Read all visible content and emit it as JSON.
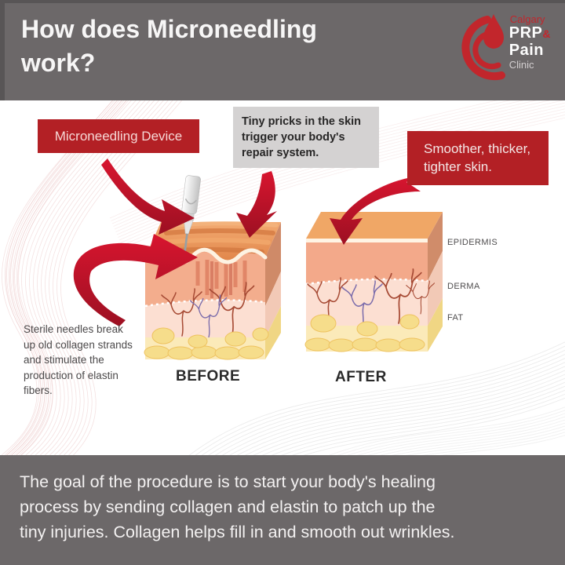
{
  "header": {
    "title_lines": [
      "How does Microneedling",
      "work?"
    ],
    "logo": {
      "city": "Calgary",
      "brand1": "PRP",
      "amp": "&",
      "brand2": "Pain",
      "brand3": "Clinic"
    }
  },
  "callouts": {
    "device_label": "Microneedling Device",
    "pricks_lines": [
      "Tiny pricks in the skin",
      "trigger your body's",
      "repair system."
    ],
    "result_lines": [
      "Smoother, thicker,",
      "tighter skin."
    ],
    "note_lines": [
      "Sterile needles break",
      "up old collagen strands",
      "and stimulate the",
      "production of elastin",
      "fibers."
    ]
  },
  "diagram": {
    "before_label": "BEFORE",
    "after_label": "AFTER",
    "layer_labels": [
      "EPIDERMIS",
      "DERMA",
      "FAT"
    ]
  },
  "footer": {
    "lines": [
      "The goal of the procedure is to start your body's healing",
      "process by sending collagen and elastin to patch up the",
      "tiny injuries. Collagen helps fill in and smooth out wrinkles."
    ]
  },
  "colors": {
    "accent_red": "#b32025",
    "arrow_red_light": "#d8152f",
    "arrow_red_dark": "#8e0f1f",
    "panel_gray": "#6c6869",
    "note_gray_bg": "#d4d2d2",
    "skin_top_orange": "#e9995e",
    "epidermis_salmon": "#f3ad8d",
    "dermis_pink": "#fcdfd2",
    "fat_yellow": "#f6dd8b"
  }
}
